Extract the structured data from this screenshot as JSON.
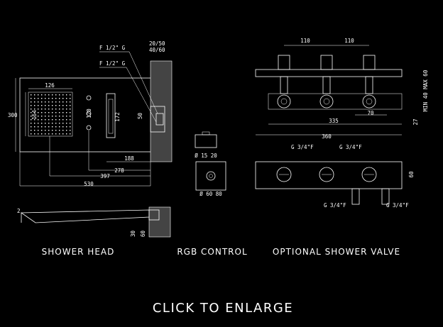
{
  "captions": {
    "shower_head": "SHOWER HEAD",
    "rgb_control": "RGB CONTROL",
    "valve": "OPTIONAL SHOWER VALVE"
  },
  "enlarge_label": "CLICK TO ENLARGE",
  "head_dims": {
    "w126": "126",
    "h154": "154",
    "h300": "300",
    "v120": "120",
    "v172": "172",
    "d188": "188",
    "d278": "278",
    "d397": "397",
    "d530": "530",
    "f1": "F 1/2\" G",
    "f2": "F 1/2\" G",
    "d2050": "20/50",
    "d4060": "40/60",
    "v50": "50",
    "s30": "30",
    "s60": "60",
    "s2": "2"
  },
  "rgb_dims": {
    "d1": "Ø 15 20",
    "d2": "Ø 60 80"
  },
  "valve_dims": {
    "d110a": "110",
    "d110b": "110",
    "d70": "70",
    "d335": "335",
    "d360": "360",
    "d27": "27",
    "minmax": "MIN 40 MAX 60",
    "d60": "60",
    "g1": "G 3/4\"F",
    "g2": "G 3/4\"F",
    "g3": "G 3/4\"F",
    "g4": "G 3/4\"F"
  }
}
